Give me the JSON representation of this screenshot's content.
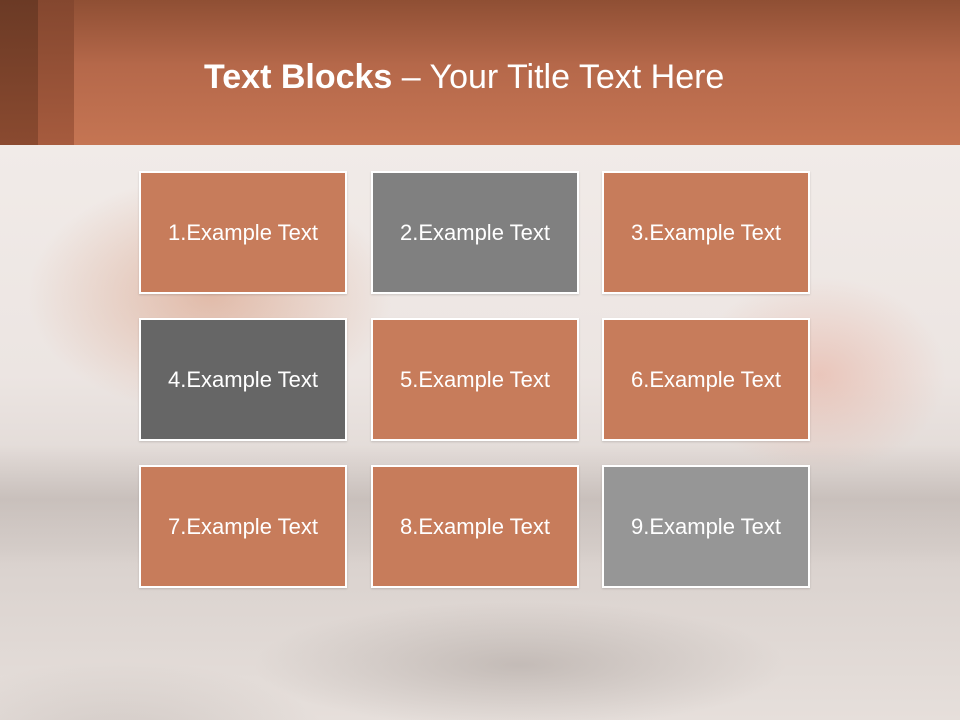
{
  "title": {
    "bold": "Text Blocks",
    "separator": " – ",
    "rest": "Your Title Text Here"
  },
  "blocks": [
    {
      "label": "1.Example Text",
      "color": "#c77c5b"
    },
    {
      "label": "2.Example Text",
      "color": "#808080"
    },
    {
      "label": "3.Example Text",
      "color": "#c77c5b"
    },
    {
      "label": "4.Example Text",
      "color": "#666666"
    },
    {
      "label": "5.Example Text",
      "color": "#c77c5b"
    },
    {
      "label": "6.Example Text",
      "color": "#c77c5b"
    },
    {
      "label": "7.Example Text",
      "color": "#c77c5b"
    },
    {
      "label": "8.Example Text",
      "color": "#c77c5b"
    },
    {
      "label": "9.Example Text",
      "color": "#969696"
    }
  ],
  "colors": {
    "header": "#b5684a",
    "accent": "#c77c5b"
  }
}
